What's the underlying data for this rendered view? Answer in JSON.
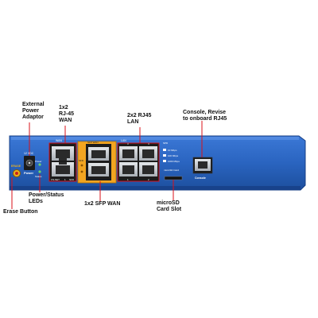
{
  "callouts": {
    "power_adaptor": {
      "line1": "External",
      "line2": "Power",
      "line3": "Adaptor"
    },
    "wan_rj45": {
      "line1": "1x2",
      "line2": "RJ-45",
      "line3": "WAN"
    },
    "lan_rj45": {
      "line1": "2x2 RJ45",
      "line2": "LAN"
    },
    "console": {
      "line1": "Console, Revise",
      "line2": "to onboard RJ45"
    },
    "power_status_leds": {
      "line1": "Power/Status",
      "line2": "LEDs"
    },
    "erase_button": "Erase Button",
    "sfp_wan": "1x2 SFP WAN",
    "microsd": {
      "line1": "microSD",
      "line2": "Card Slot"
    }
  },
  "panel_labels": {
    "erase": "ERASE",
    "dc_rating": "12 VDC",
    "power": "Power",
    "power_led": "Power",
    "status_led": "Status",
    "wan": "WAN",
    "wan_port_bottom_left": "FN-NET",
    "wan_port_bottom_mid": "1",
    "wan_port_bottom_right": "SFD",
    "sfp_wan": "SFP WAN",
    "sfp_side": "SFD",
    "lan": "LAN",
    "lan_top_3": "3",
    "lan_top_4": "4",
    "lan_bottom_1": "1",
    "lan_bottom_2": "2",
    "speed_title": "SPD",
    "speed_10": "10 Mbps",
    "speed_100": "100 Mbps",
    "speed_1000": "1000 Mbps",
    "microsd_card": "microSD Card",
    "console": "Console"
  },
  "colors": {
    "chassis": "#2a64c0",
    "chassis_dark": "#173f86",
    "callout_line": "#d8111a",
    "sfp_frame": "#f2a521",
    "port_metal": "#c9ced4"
  }
}
